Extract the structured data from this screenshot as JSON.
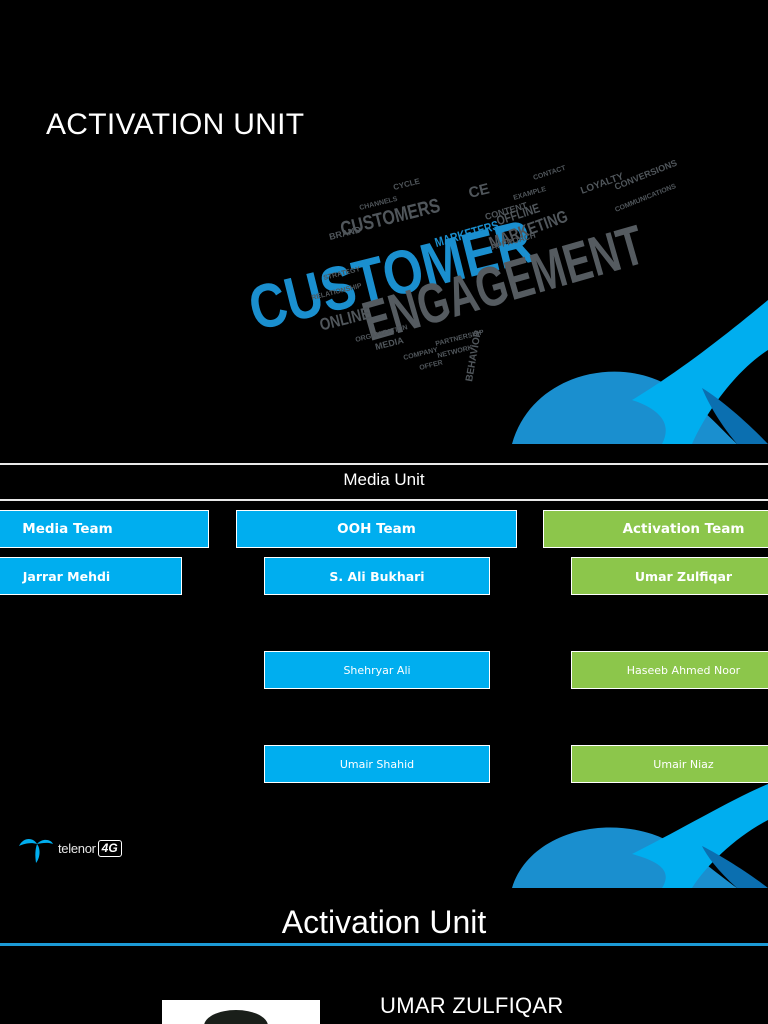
{
  "slide1": {
    "title": "ACTIVATION UNIT",
    "wordcloud": {
      "big_words": [
        "CUSTOMER",
        "ENGAGEMENT"
      ],
      "mid_words": [
        "CUSTOMERS",
        "MARKETING",
        "ONLINE",
        "MARKETERS",
        "OFFLINE"
      ],
      "small_words": [
        "CE",
        "LOYALTY",
        "CONVERSIONS",
        "CONTENT",
        "BRAND",
        "MEDIA",
        "CYCLE",
        "BEHAVIOR",
        "APPROACH",
        "COMMUNICATIONS",
        "STRATEGY",
        "RELATIONSHIP",
        "ORGANIZATION",
        "COMPANY",
        "CONTACT",
        "EXAMPLE",
        "NETWORK",
        "PARTNERSHIP",
        "OFFER",
        "CHANNELS"
      ]
    }
  },
  "slide2": {
    "unit_title": "Media Unit",
    "teams": [
      {
        "header": "Media Team",
        "members": [
          "Jarrar Mehdi"
        ]
      },
      {
        "header": "OOH Team",
        "members": [
          "S. Ali Bukhari",
          "Shehryar Ali",
          "Umair Shahid"
        ]
      },
      {
        "header": "Activation Team",
        "members": [
          "Umar Zulfiqar",
          "Haseeb Ahmed Noor",
          "Umair Niaz"
        ]
      }
    ],
    "logo": {
      "brand": "telenor",
      "badge": "4G",
      "icon": "telenor-propeller-icon"
    }
  },
  "slide3": {
    "title": "Activation Unit",
    "person_name": "UMAR ZULFIQAR"
  },
  "colors": {
    "background": "#000000",
    "telenor_blue": "#00aeef",
    "activation_green": "#8cc64b",
    "cloud_blue": "#1a8fcf",
    "cloud_grey": "#555b60",
    "divider_blue": "#1c9ad6"
  }
}
